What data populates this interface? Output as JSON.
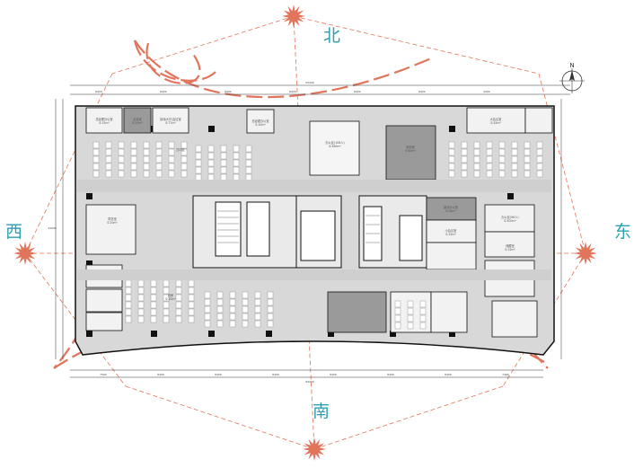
{
  "directions": {
    "north": "北",
    "south": "南",
    "east": "东",
    "west": "西"
  },
  "compass": {
    "label": "N"
  },
  "colors": {
    "direction_text": "#2aa1ae",
    "sun_star": "#e0755c",
    "dashed_lines": "#e0755c",
    "floor_gray": "#d9d9d9",
    "wall": "#000000"
  },
  "dimensions": {
    "top_total": "55400",
    "bottom_total": "64400",
    "left_total": "34400",
    "top_segments": [
      "8400",
      "8400",
      "8400",
      "8400",
      "8400",
      "8400",
      "4200"
    ],
    "bottom_segments": [
      "7500",
      "8400",
      "8400",
      "8400",
      "8400",
      "8400",
      "8400",
      "7400"
    ]
  },
  "rooms": [
    {
      "name": "总经理办公室",
      "area": "S:15m²"
    },
    {
      "name": "洽谈室",
      "area": "S:10m²"
    },
    {
      "name": "接待大厅/会议室",
      "area": "S:77m²"
    },
    {
      "name": "总经理办公室",
      "area": "S:20m²"
    },
    {
      "name": "办公区(108人)",
      "area": "S:360m²"
    },
    {
      "name": "培训室",
      "area": "S:60m²"
    },
    {
      "name": "大会议室",
      "area": "S:45m²"
    },
    {
      "name": "打印区",
      "area": ""
    },
    {
      "name": "财务室",
      "area": "S:20m²"
    },
    {
      "name": "小会议室",
      "area": "S:15m²"
    },
    {
      "name": "办公区(96人)",
      "area": "S:300m²"
    },
    {
      "name": "储藏室",
      "area": "S:15m²"
    },
    {
      "name": "机房",
      "area": "S:10m²"
    },
    {
      "name": "副总办公室",
      "area": "S:18m²"
    }
  ]
}
